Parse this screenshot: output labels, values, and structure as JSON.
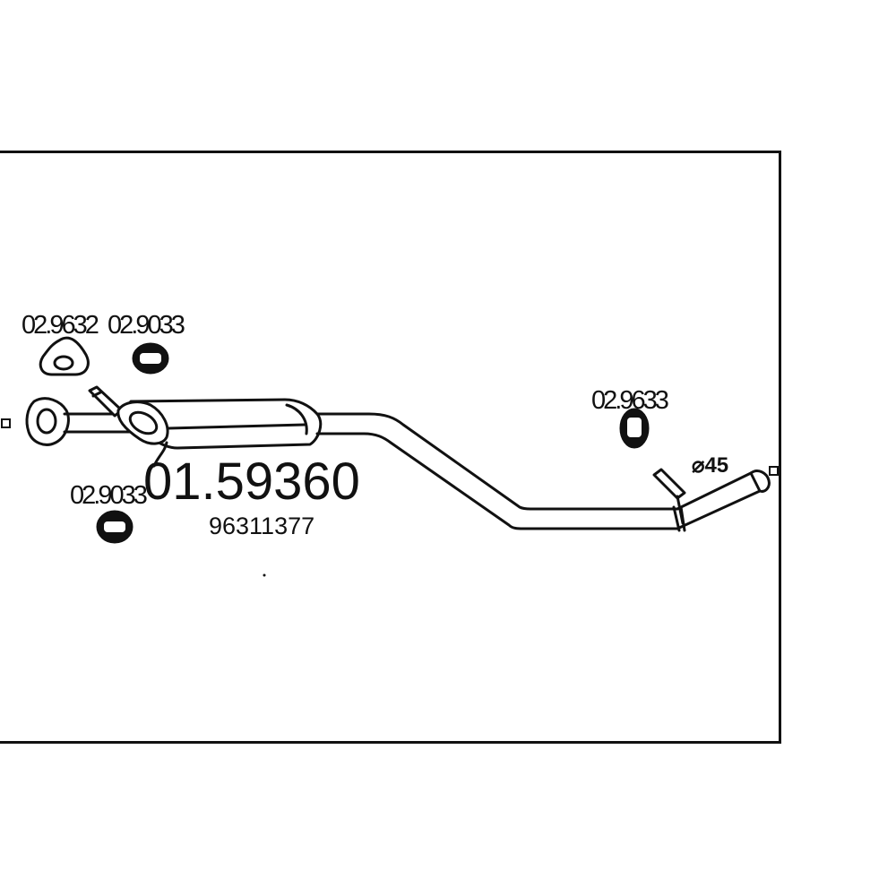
{
  "diagram": {
    "main_part_number": "01.59360",
    "oem_number": "96311377",
    "pipe_diameter": "⌀45",
    "parts": {
      "gasket_front": "02.9632",
      "rubber_mount_top": "02.9033",
      "rubber_mount_bottom": "02.9033",
      "rubber_mount_rear": "02.9633"
    },
    "colors": {
      "line": "#111111",
      "background": "#ffffff"
    }
  }
}
